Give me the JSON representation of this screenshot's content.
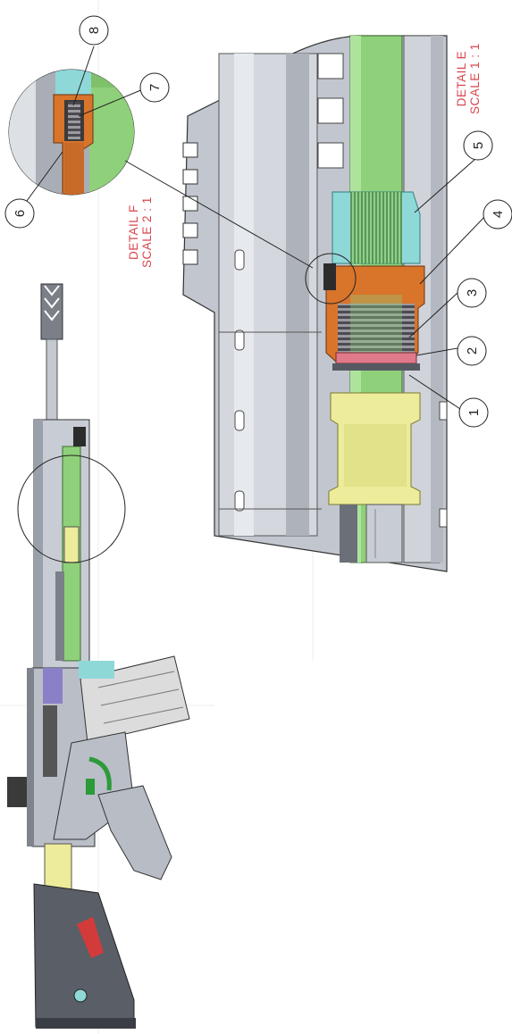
{
  "details": {
    "detail_e": {
      "title": "DETAIL E",
      "scale": "SCALE 1 : 1"
    },
    "detail_f": {
      "title": "DETAIL F",
      "scale": "SCALE 2 : 1"
    }
  },
  "callouts": [
    "1",
    "2",
    "3",
    "4",
    "5",
    "6",
    "7",
    "8"
  ],
  "colors": {
    "label_red": "#d8454b",
    "barrel_green": "#8fd07a",
    "cyan_part": "#8fd8d8",
    "orange_part": "#d9742b",
    "yellow_part": "#ecec9a",
    "purple_part": "#8a80c8",
    "red_part": "#d33a3a",
    "gray_body": "#b9bec7"
  }
}
